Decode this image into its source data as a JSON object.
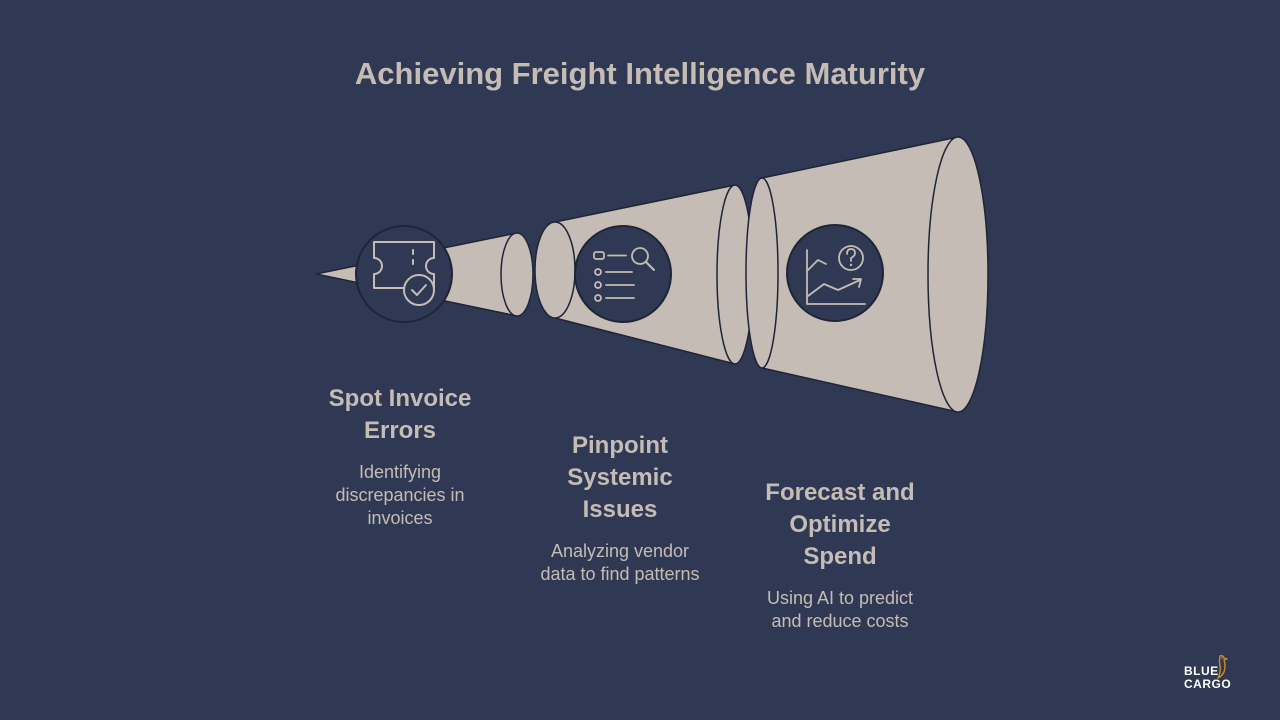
{
  "title": "Achieving Freight Intelligence Maturity",
  "stages": [
    {
      "title_lines": [
        "Spot Invoice",
        "Errors"
      ],
      "desc_lines": [
        "Identifying",
        "discrepancies in",
        "invoices"
      ],
      "icon": "ticket-check-icon"
    },
    {
      "title_lines": [
        "Pinpoint",
        "Systemic",
        "Issues"
      ],
      "desc_lines": [
        "Analyzing vendor",
        "data to find patterns"
      ],
      "icon": "list-search-icon"
    },
    {
      "title_lines": [
        "Forecast and",
        "Optimize",
        "Spend"
      ],
      "desc_lines": [
        "Using AI to predict",
        "and reduce costs"
      ],
      "icon": "chart-question-icon"
    }
  ],
  "logo": {
    "line1": "BLUE",
    "line2": "CARGO",
    "icon": "bird-icon"
  },
  "colors": {
    "background": "#303953",
    "shape_fill": "#c4bcb5",
    "shape_stroke": "#1f2536",
    "text": "#c4bcb5",
    "icon_circle": "#303953",
    "logo_accent": "#d08a2e"
  }
}
